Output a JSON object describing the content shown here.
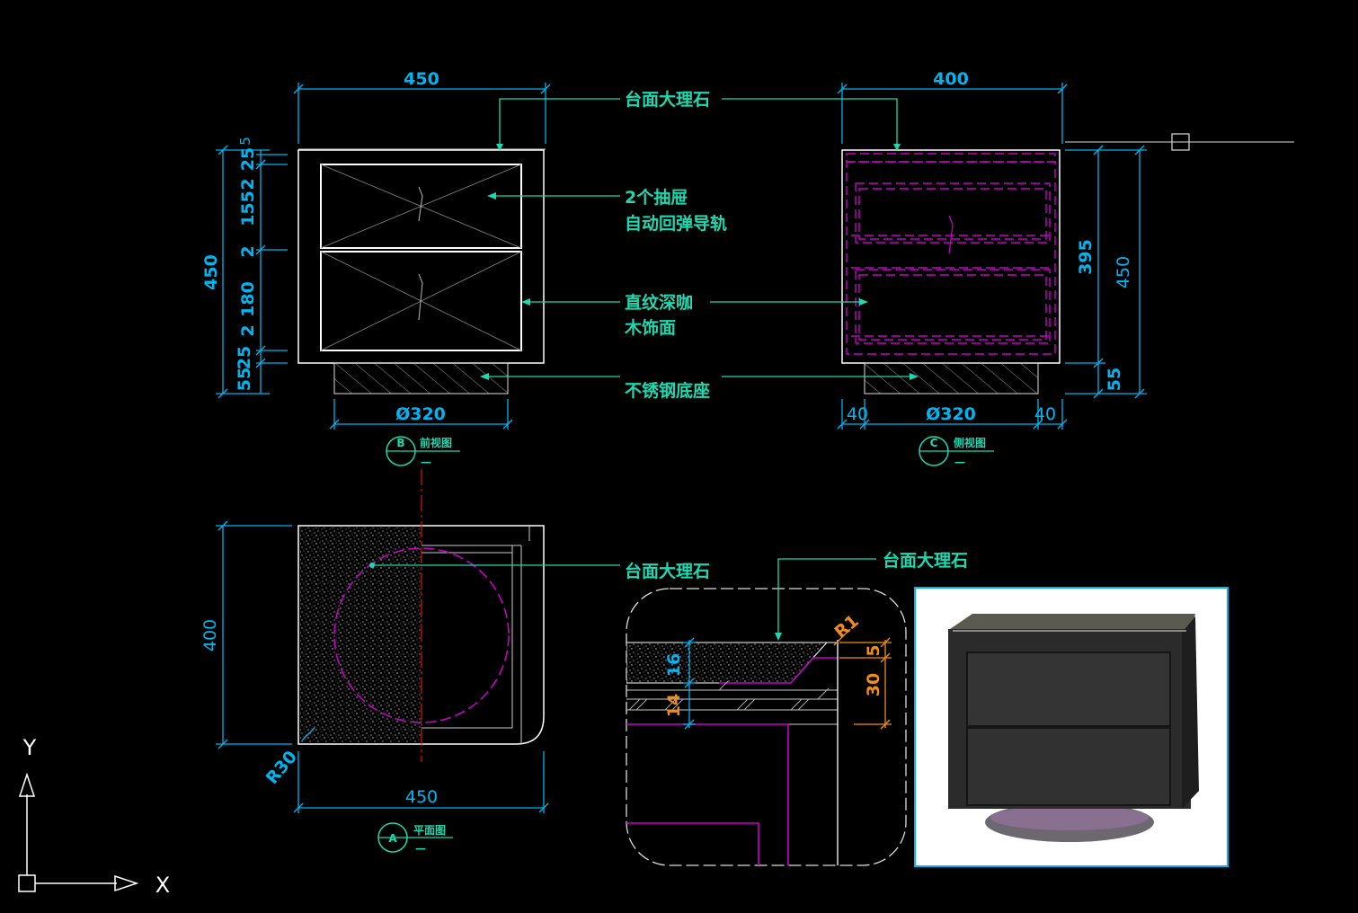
{
  "colors": {
    "background": "#000000",
    "dimension": "#00b4f0",
    "annotation": "#1ed8b0",
    "hidden_line": "#c800c8",
    "detail_dimension": "#f08c1e",
    "section_line": "#e01010",
    "outline": "#ffffff"
  },
  "front_view": {
    "width_top": "450",
    "height_total": "450",
    "height_parts": [
      "5",
      "25",
      "2",
      "155",
      "2",
      "180",
      "2",
      "25",
      "55"
    ],
    "base_diameter": "Ø320",
    "tag_letter": "B",
    "tag_title": "前视图",
    "tag_scale": "—"
  },
  "side_view": {
    "width_top": "400",
    "height_inner": "395",
    "height_total": "450",
    "height_base": "55",
    "base_diameter": "Ø320",
    "offset_left": "40",
    "offset_right": "40",
    "tag_letter": "C",
    "tag_title": "侧视图",
    "tag_scale": "—"
  },
  "plan_view": {
    "width": "450",
    "depth": "400",
    "corner_radius": "R30",
    "tag_letter": "A",
    "tag_title": "平面图",
    "tag_scale": "—"
  },
  "detail_view": {
    "top_thickness": "16",
    "panel_thickness": "14",
    "edge_radius": "R1",
    "edge_offset": "5",
    "edge_height": "30"
  },
  "annotations": {
    "marble_top": "台面大理石",
    "drawers_line1": "2个抽屉",
    "drawers_line2": "自动回弹导轨",
    "veneer_line1": "直纹深咖",
    "veneer_line2": "木饰面",
    "steel_base": "不锈钢底座",
    "plan_marble": "台面大理石",
    "detail_marble": "台面大理石"
  },
  "ucs_icon": {
    "x_label": "X",
    "y_label": "Y"
  },
  "render_image": {
    "subject": "nightstand-render"
  }
}
